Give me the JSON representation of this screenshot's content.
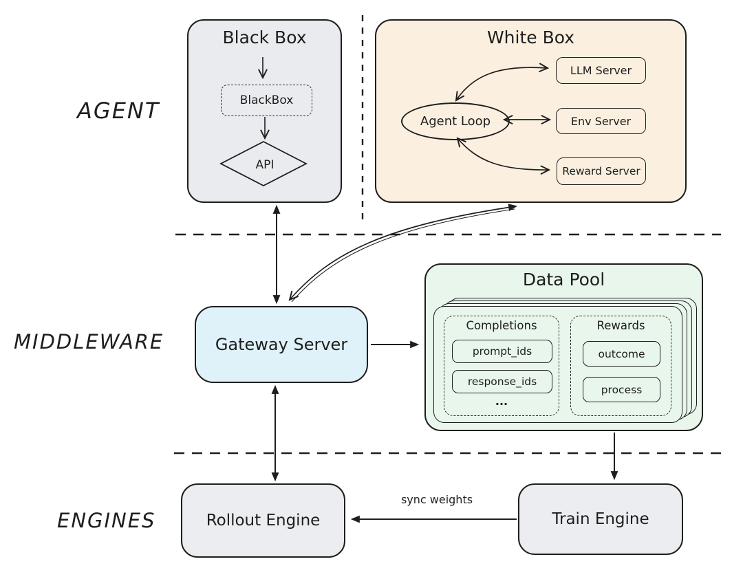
{
  "colors": {
    "ink": "#1e1e1e",
    "background": "#ffffff",
    "black_box_fill": "#e9ebee",
    "white_box_fill": "#fbf0e0",
    "gateway_fill": "#dff2fa",
    "data_pool_fill": "#e9f6ec",
    "engine_fill": "#ebedf0"
  },
  "lanes": {
    "agent": "AGENT",
    "middleware": "MIDDLEWARE",
    "engines": "ENGINES"
  },
  "black_box": {
    "title": "Black Box",
    "module": "BlackBox",
    "api": "API"
  },
  "white_box": {
    "title": "White Box",
    "agent_loop": "Agent Loop",
    "servers": [
      "LLM Server",
      "Env Server",
      "Reward Server"
    ]
  },
  "middleware": {
    "gateway": "Gateway Server",
    "data_pool": {
      "title": "Data Pool",
      "completions": {
        "title": "Completions",
        "fields": [
          "prompt_ids",
          "response_ids"
        ],
        "more": "..."
      },
      "rewards": {
        "title": "Rewards",
        "fields": [
          "outcome",
          "process"
        ]
      }
    }
  },
  "engines": {
    "rollout": "Rollout Engine",
    "train": "Train Engine",
    "sync_label": "sync weights"
  }
}
